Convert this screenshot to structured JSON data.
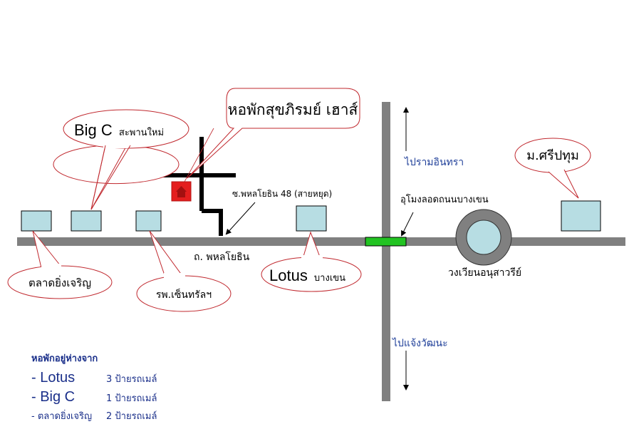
{
  "map": {
    "colors": {
      "road": "#808080",
      "soi": "#000000",
      "building_fill": "#b7dde3",
      "callout_stroke": "#c0282e",
      "tunnel": "#22c322",
      "house": "#e41e1e",
      "direction_text": "#1f3f99"
    },
    "callouts": {
      "dorm": "หอพักสุขภิรมย์ เฮาส์",
      "bigc_main": "Big C",
      "bigc_sub": "สะพานใหม่",
      "sripatum": "ม.ศรีปทุม",
      "market": "ตลาดยิ่งเจริญ",
      "hospital": "รพ.เซ็นทรัลฯ",
      "lotus_main": "Lotus",
      "lotus_sub": "บางเขน"
    },
    "labels": {
      "soi": "ซ.พหลโยธิน 48 (สายหยุด)",
      "main_road": "ถ. พหลโยธิน",
      "tunnel": "อุโมงลอดถนนบางเขน",
      "roundabout": "วงเวียนอนุสาวรีย์",
      "to_north": "ไปรามอินทรา",
      "to_south": "ไปแจ้งวัฒนะ"
    },
    "icons": {
      "house": "house-icon",
      "arrow_up": "arrow-up-icon",
      "arrow_down": "arrow-down-icon"
    }
  },
  "legend": {
    "title": "หอพักอยู่ห่างจาก",
    "items": [
      {
        "name": "- Lotus",
        "distance": "3 ป้ายรถเมล์"
      },
      {
        "name": "- Big C",
        "distance": "1 ป้ายรถเมล์"
      },
      {
        "name": "- ตลาดยิ่งเจริญ",
        "distance": "2 ป้ายรถเมล์"
      }
    ]
  }
}
